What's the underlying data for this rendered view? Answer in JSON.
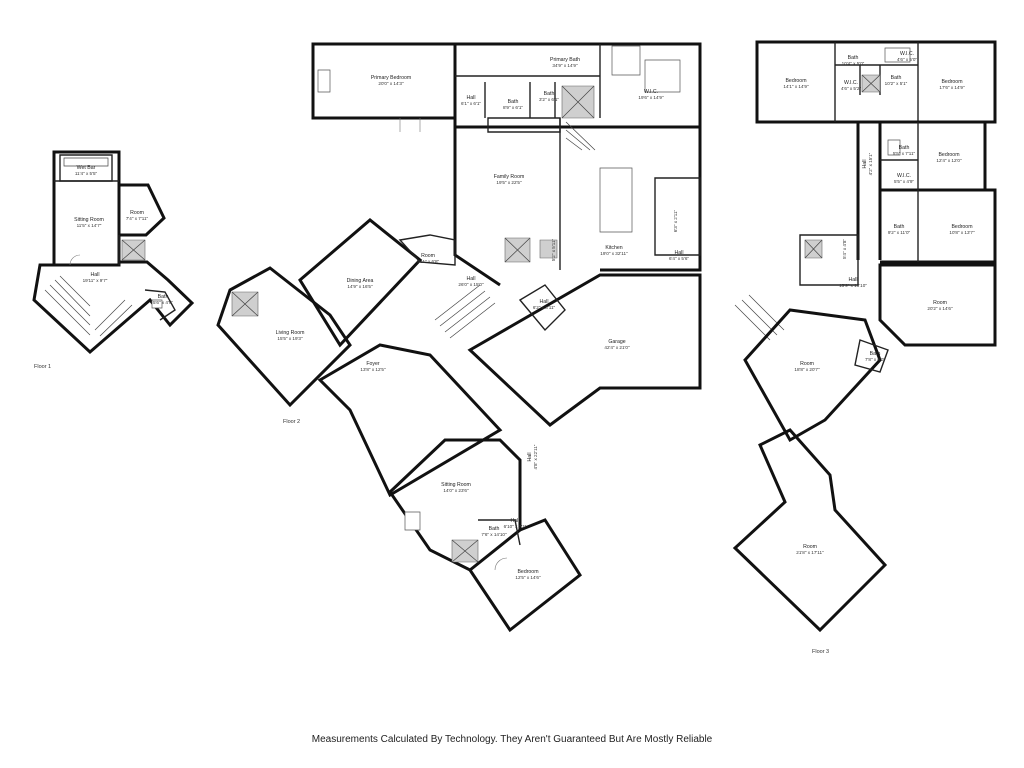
{
  "floors": [
    {
      "label": "Floor 1"
    },
    {
      "label": "Floor 2"
    },
    {
      "label": "Floor 3"
    }
  ],
  "rooms": {
    "f1_wet_bar": {
      "name": "Wet Bar",
      "dim": "11'4\" x 5'5\""
    },
    "f1_sitting_room": {
      "name": "Sitting Room",
      "dim": "11'5\" x 14'7\""
    },
    "f1_room": {
      "name": "Room",
      "dim": "7'4\" x 7'11\""
    },
    "f1_hall": {
      "name": "Hall",
      "dim": "19'11\" x 9'7\""
    },
    "f1_bath": {
      "name": "Bath",
      "dim": "5'6\" x 4'9\""
    },
    "f2_primary_bedroom": {
      "name": "Primary Bedroom",
      "dim": "20'0\" x 14'3\""
    },
    "f2_primary_bath": {
      "name": "Primary Bath",
      "dim": "34'9\" x 14'9\""
    },
    "f2_wic": {
      "name": "W.I.C.",
      "dim": "19'6\" x 14'9\""
    },
    "f2_hall_a": {
      "name": "Hall",
      "dim": "6'1\" x 6'1\""
    },
    "f2_bath_a": {
      "name": "Bath",
      "dim": "8'9\" x 6'1\""
    },
    "f2_bath_b": {
      "name": "Bath",
      "dim": "3'2\" x 6'1\""
    },
    "f2_family_room": {
      "name": "Family Room",
      "dim": "19'5\" x 22'5\""
    },
    "f2_pantry": {
      "name": "",
      "dim": "6'3\" x 2'11\""
    },
    "f2_kitchen": {
      "name": "Kitchen",
      "dim": "19'0\" x 32'11\""
    },
    "f2_hall_b": {
      "name": "Hall",
      "dim": "6'4\" x 5'6\""
    },
    "f2_hall_c": {
      "name": "",
      "dim": "5'2\" x 5'11\""
    },
    "f2_dining": {
      "name": "Dining Area",
      "dim": "14'9\" x 16'5\""
    },
    "f2_room": {
      "name": "Room",
      "dim": "8'11\" x 6'8\""
    },
    "f2_living": {
      "name": "Living Room",
      "dim": "15'5\" x 19'3\""
    },
    "f2_hall_d": {
      "name": "Hall",
      "dim": "26'0\" x 15'0\""
    },
    "f2_hall_e": {
      "name": "Hall",
      "dim": "6'2\" x 8'11\""
    },
    "f2_garage": {
      "name": "Garage",
      "dim": "42'4\" x 21'0\""
    },
    "f2_foyer": {
      "name": "Foyer",
      "dim": "13'8\" x 12'5\""
    },
    "f2_hall_f": {
      "name": "Hall",
      "dim": "4'8\" x 22'11\""
    },
    "f2_sitting_room": {
      "name": "Sitting Room",
      "dim": "14'0\" x 23'6\""
    },
    "f2_bath_c": {
      "name": "Bath",
      "dim": "7'6\" x 14'10\""
    },
    "f2_hall_g": {
      "name": "Hall",
      "dim": "6'10\" x 7'1\""
    },
    "f2_bedroom": {
      "name": "Bedroom",
      "dim": "12'5\" x 14'6\""
    },
    "f3_bedroom_a": {
      "name": "Bedroom",
      "dim": "14'1\" x 14'9\""
    },
    "f3_bath_a": {
      "name": "Bath",
      "dim": "10'4\" x 5'0\""
    },
    "f3_wic_a": {
      "name": "W.I.C.",
      "dim": "4'6\" x 5'0\""
    },
    "f3_wic_b": {
      "name": "W.I.C.",
      "dim": "4'6\" x 5'2\""
    },
    "f3_bath_b": {
      "name": "Bath",
      "dim": "10'2\" x 5'1\""
    },
    "f3_bedroom_b": {
      "name": "Bedroom",
      "dim": "17'6\" x 14'9\""
    },
    "f3_hall_a": {
      "name": "Hall",
      "dim": "4'2\" x 15'1\""
    },
    "f3_bath_c": {
      "name": "Bath",
      "dim": "5'5\" x 7'11\""
    },
    "f3_wic_c": {
      "name": "W.I.C.",
      "dim": "5'5\" x 4'9\""
    },
    "f3_bedroom_c": {
      "name": "Bedroom",
      "dim": "12'4\" x 12'0\""
    },
    "f3_bath_d": {
      "name": "Bath",
      "dim": "9'2\" x 11'0\""
    },
    "f3_bedroom_d": {
      "name": "Bedroom",
      "dim": "10'8\" x 13'7\""
    },
    "f3_hall_b": {
      "name": "",
      "dim": "5'4\" x 4'8\""
    },
    "f3_hall_c": {
      "name": "Hall",
      "dim": "15'9\" x 18'10\""
    },
    "f3_room_a": {
      "name": "Room",
      "dim": "20'2\" x 14'6\""
    },
    "f3_room_b": {
      "name": "Room",
      "dim": "18'8\" x 20'7\""
    },
    "f3_bath_e": {
      "name": "Bath",
      "dim": "7'8\" x 6'0\""
    },
    "f3_room_c": {
      "name": "Room",
      "dim": "21'8\" x 17'11\""
    }
  },
  "disclaimer": "Measurements Calculated By Technology. They Aren't Guaranteed But Are Mostly Reliable"
}
